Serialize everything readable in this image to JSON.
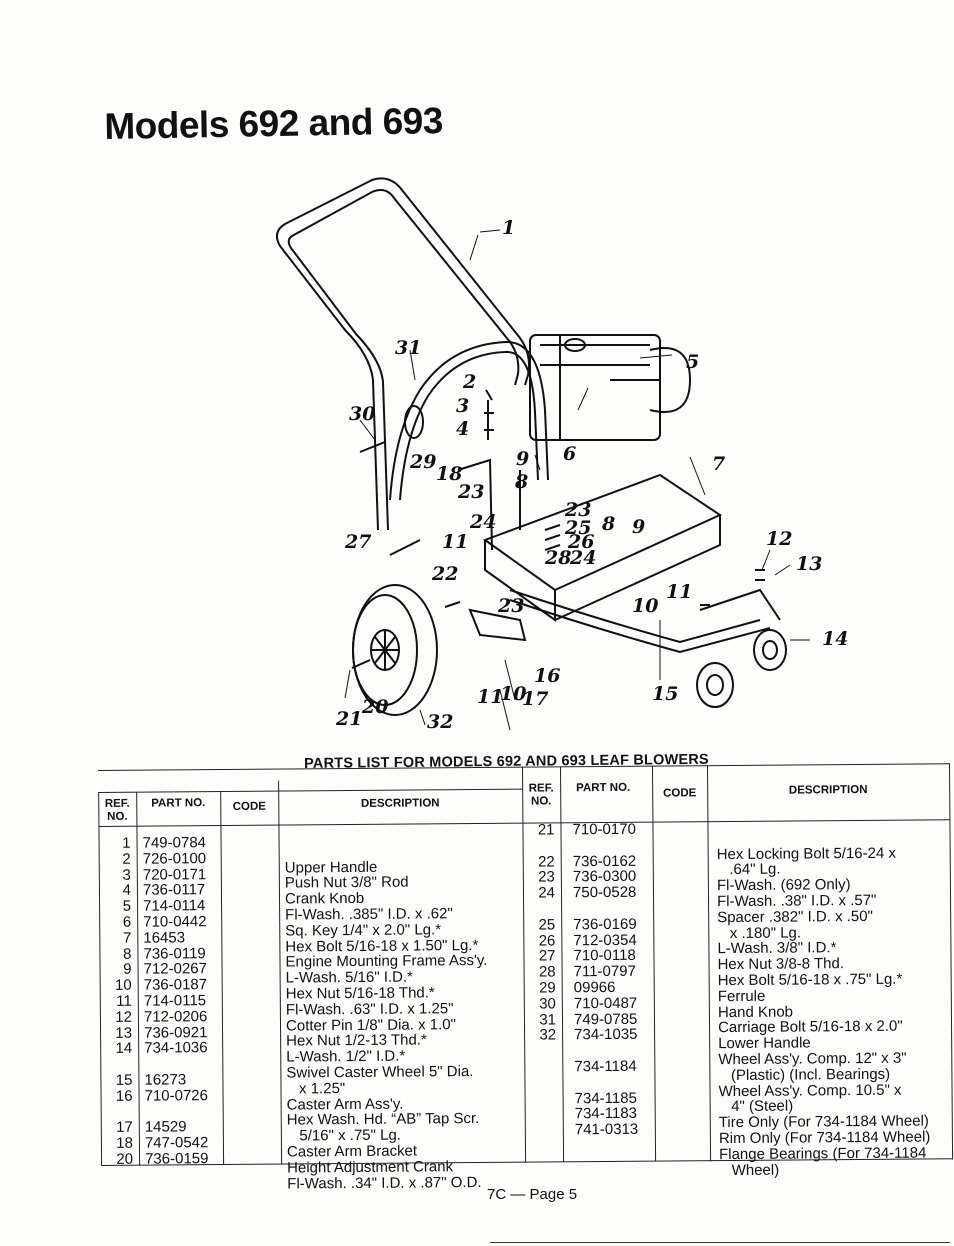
{
  "title": "Models 692 and 693",
  "diagram": {
    "callouts": {
      "c1": "1",
      "c2": "2",
      "c3": "3",
      "c4": "4",
      "c5": "5",
      "c6": "6",
      "c7": "7",
      "c8a": "8",
      "c8b": "8",
      "c9a": "9",
      "c9b": "9",
      "c10a": "10",
      "c10b": "10",
      "c11a": "11",
      "c11b": "11",
      "c11c": "11",
      "c12": "12",
      "c13": "13",
      "c14": "14",
      "c15": "15",
      "c16": "16",
      "c17": "17",
      "c18": "18",
      "c20": "20",
      "c21": "21",
      "c22": "22",
      "c23a": "23",
      "c23b": "23",
      "c23c": "23",
      "c24a": "24",
      "c24b": "24",
      "c25": "25",
      "c26": "26",
      "c27": "27",
      "c28": "28",
      "c29": "29",
      "c30": "30",
      "c31": "31",
      "c32": "32"
    }
  },
  "parts_list": {
    "heading": "PARTS LIST FOR MODELS 692 AND 693 LEAF BLOWERS",
    "headers": {
      "ref": "REF. NO.",
      "part": "PART NO.",
      "code": "CODE",
      "description": "DESCRIPTION"
    },
    "left": {
      "refs": [
        "1",
        "2",
        "3",
        "4",
        "5",
        "6",
        "7",
        "8",
        "9",
        "10",
        "11",
        "12",
        "13",
        "14",
        "",
        "15",
        "16",
        "",
        "17",
        "18",
        "20"
      ],
      "parts": [
        "749-0784",
        "726-0100",
        "720-0171",
        "736-0117",
        "714-0114",
        "710-0442",
        "16453",
        "736-0119",
        "712-0267",
        "736-0187",
        "714-0115",
        "712-0206",
        "736-0921",
        "734-1036",
        "",
        "16273",
        "710-0726",
        "",
        "14529",
        "747-0542",
        "736-0159"
      ],
      "descriptions": [
        "Upper Handle",
        "Push Nut 3/8\" Rod",
        "Crank Knob",
        "Fl-Wash. .385\" I.D. x .62\"",
        "Sq. Key 1/4\" x 2.0\" Lg.*",
        "Hex Bolt 5/16-18 x 1.50\" Lg.*",
        "Engine Mounting Frame Ass'y.",
        "L-Wash. 5/16\" I.D.*",
        "Hex Nut 5/16-18 Thd.*",
        "Fl-Wash. .63\" I.D. x 1.25\"",
        "Cotter Pin 1/8\" Dia. x 1.0\"",
        "Hex Nut 1/2-13 Thd.*",
        "L-Wash. 1/2\" I.D.*",
        "Swivel Caster Wheel 5\" Dia.",
        "   x 1.25\"",
        "Caster Arm Ass'y.",
        "Hex Wash. Hd. “AB” Tap Scr.",
        "   5/16\" x .75\" Lg.",
        "Caster Arm Bracket",
        "Height Adjustment Crank",
        "Fl-Wash. .34\" I.D. x .87\" O.D."
      ]
    },
    "right": {
      "refs": [
        "21",
        "",
        "22",
        "23",
        "24",
        "",
        "25",
        "26",
        "27",
        "28",
        "29",
        "30",
        "31",
        "32",
        "",
        "",
        "",
        "",
        "",
        "",
        ""
      ],
      "parts": [
        "710-0170",
        "",
        "736-0162",
        "736-0300",
        "750-0528",
        "",
        "736-0169",
        "712-0354",
        "710-0118",
        "711-0797",
        "09966",
        "710-0487",
        "749-0785",
        "734-1035",
        "",
        "734-1184",
        "",
        "734-1185",
        "734-1183",
        "741-0313",
        ""
      ],
      "descriptions": [
        "Hex Locking Bolt 5/16-24 x",
        "   .64\" Lg.",
        "Fl-Wash. (692 Only)",
        "Fl-Wash. .38\" I.D. x .57\"",
        "Spacer .382\" I.D. x .50\"",
        "   x .180\" Lg.",
        "L-Wash. 3/8\" I.D.*",
        "Hex Nut 3/8-8 Thd.",
        "Hex Bolt 5/16-18 x .75\" Lg.*",
        "Ferrule",
        "Hand Knob",
        "Carriage Bolt 5/16-18 x 2.0\"",
        "Lower Handle",
        "Wheel Ass'y. Comp. 12\" x 3\"",
        "   (Plastic) (Incl. Bearings)",
        "Wheel Ass'y. Comp. 10.5\" x",
        "   4\" (Steel)",
        "Tire Only (For 734-1184 Wheel)",
        "Rim Only (For 734-1184 Wheel)",
        "Flange Bearings (For 734-1184",
        "   Wheel)"
      ]
    }
  },
  "page_number": "7C — Page 5"
}
